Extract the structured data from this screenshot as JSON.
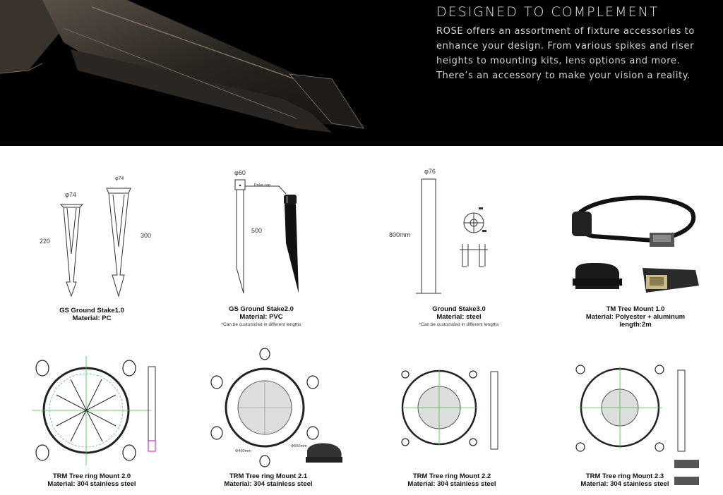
{
  "hero": {
    "title": "DESIGNED TO COMPLEMENT",
    "lines": [
      "ROSE offers an assortment of fixture accessories to",
      "enhance your design. From various spikes and riser",
      "heights to mounting kits, lens options and more.",
      "There’s an accessory to make your vision a reality."
    ]
  },
  "products": [
    {
      "name": "GS Ground Stake1.0",
      "material": "Material: PC",
      "dims": {
        "d1": "φ74",
        "d2": "φ74",
        "h1": "220",
        "h2": "300"
      }
    },
    {
      "name": "GS Ground Stake2.0",
      "material": "Material: PVC",
      "note": "*Can be customized in different lengths",
      "dims": {
        "d1": "φ60",
        "h1": "500",
        "cap": "Polar cap"
      }
    },
    {
      "name": "Ground Stake3.0",
      "material": "Material: steel",
      "note": "*Can be customized in different lengths",
      "dims": {
        "d1": "φ76",
        "h1": "800mm"
      }
    },
    {
      "name": "TM Tree Mount 1.0",
      "material": "Material: Polyester + aluminum",
      "extra": "length:2m"
    },
    {
      "name": "TRM Tree ring Mount 2.0",
      "material": "Material: 304 stainless steel"
    },
    {
      "name": "TRM Tree ring Mount 2.1",
      "material": "Material: 304 stainless steel",
      "dims": {
        "a": "Φ460mm",
        "b": "Φ550mm"
      }
    },
    {
      "name": "TRM Tree ring Mount 2.2",
      "material": "Material: 304 stainless steel"
    },
    {
      "name": "TRM Tree ring Mount 2.3",
      "material": "Material: 304 stainless steel"
    }
  ]
}
